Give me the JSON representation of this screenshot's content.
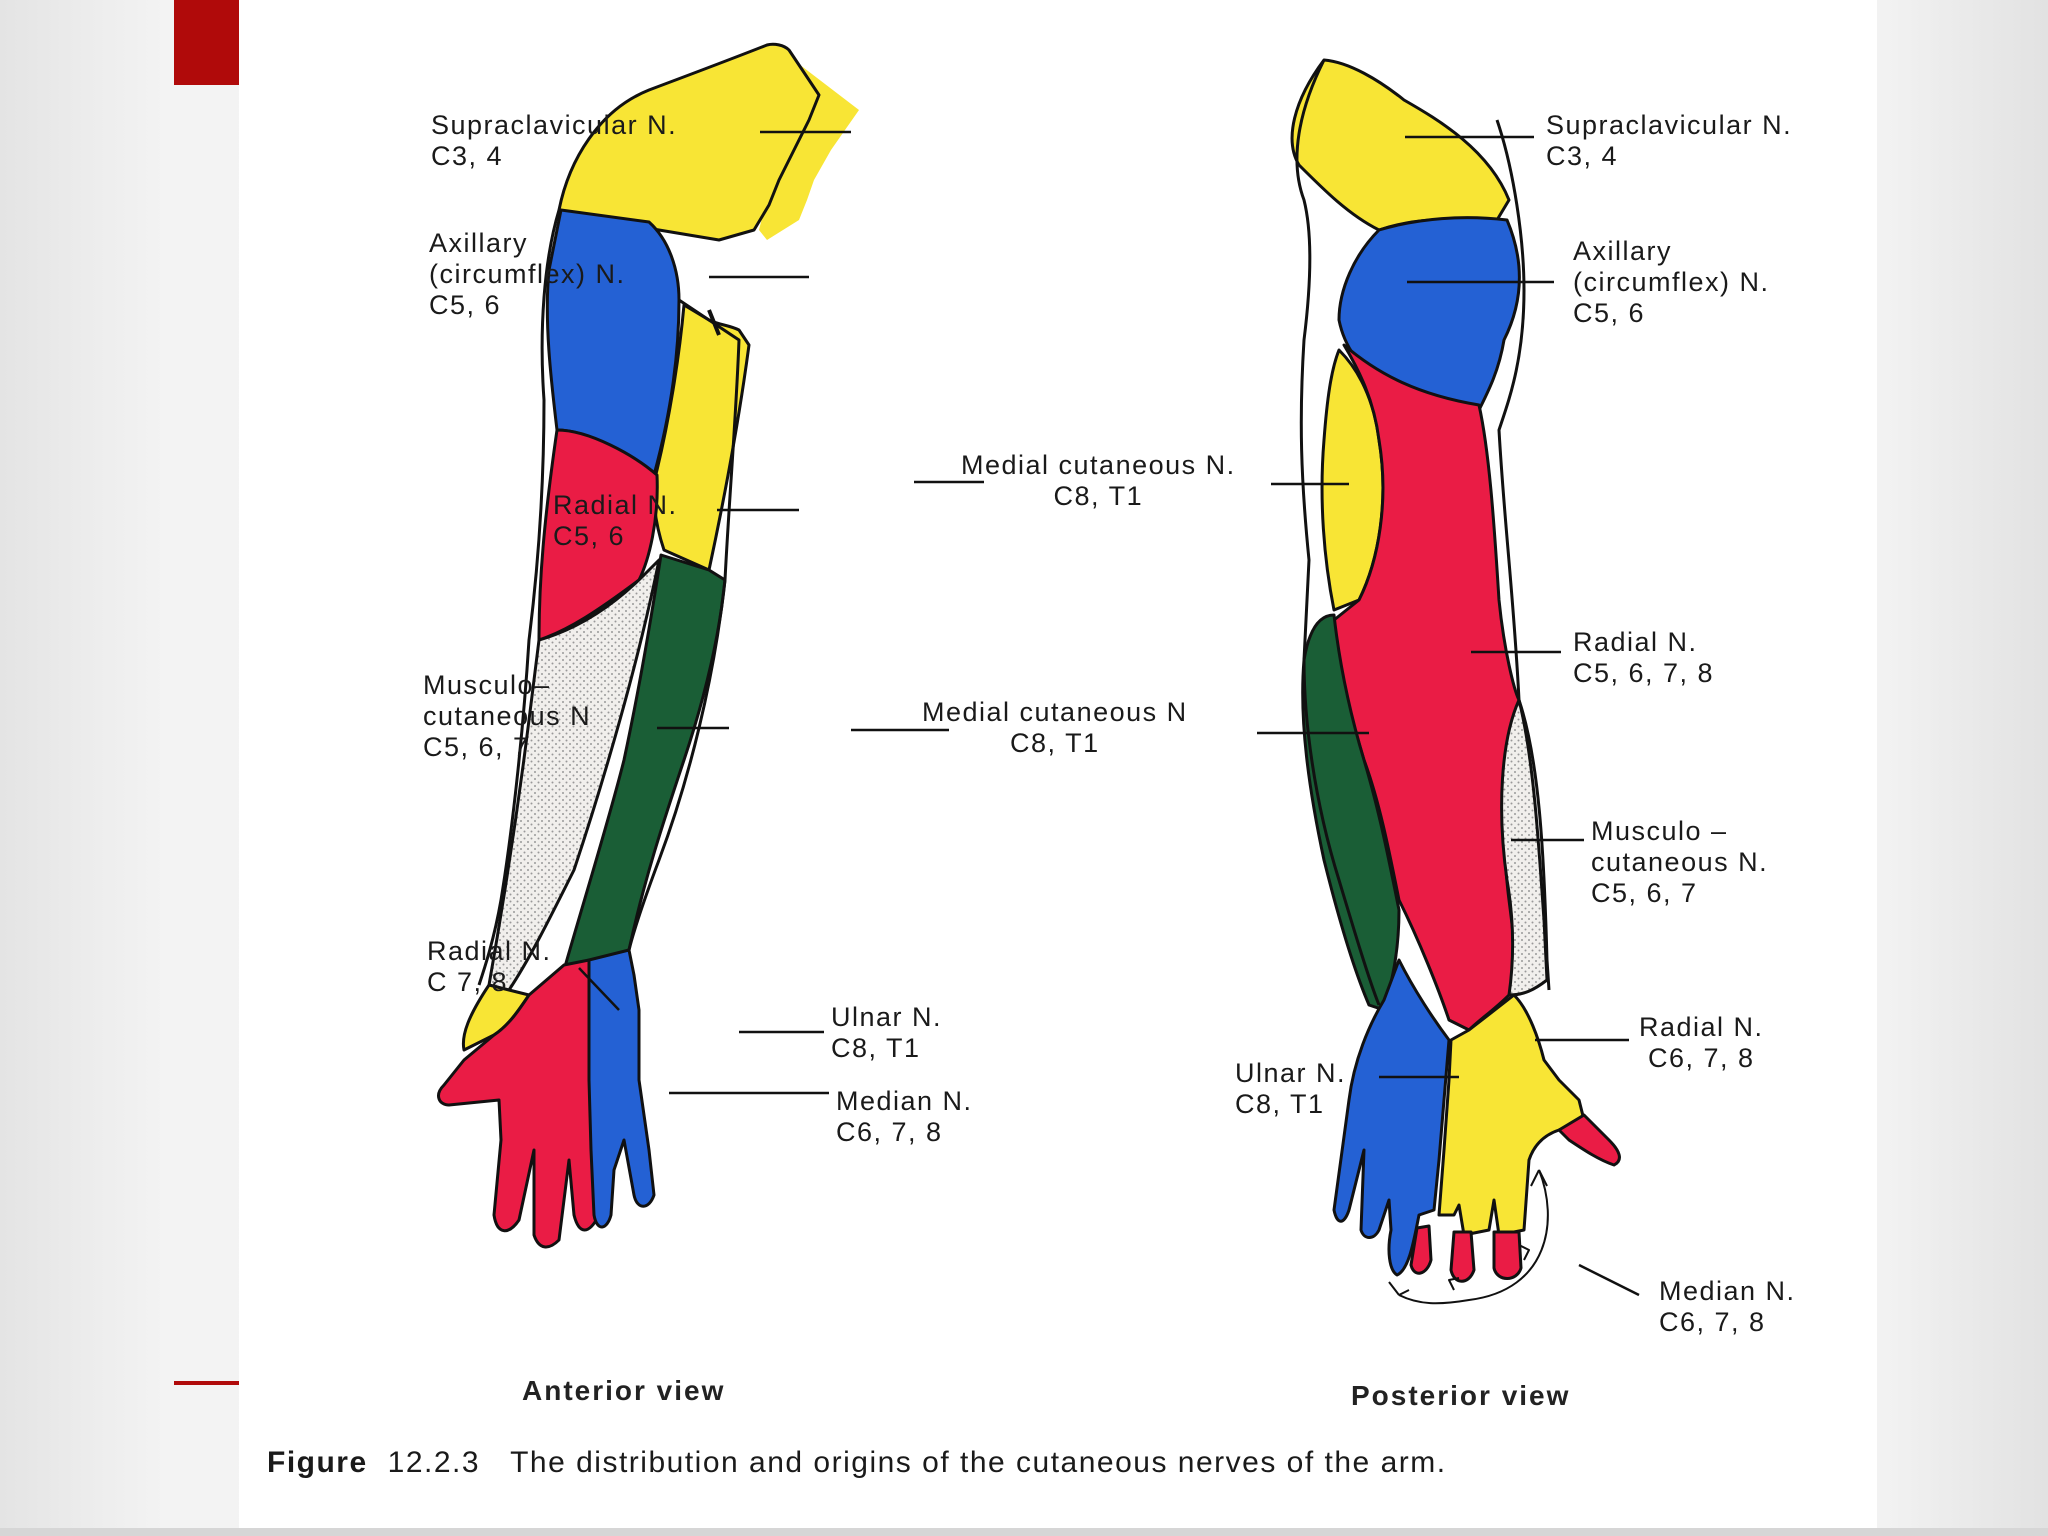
{
  "colors": {
    "accent": "#b00a0a",
    "yellow": "#f8e535",
    "blue": "#2461d4",
    "red": "#ea1c45",
    "green": "#1a5e36",
    "dotted": "#ece9e6",
    "outline": "#111111"
  },
  "anterior": {
    "supraclavicular": "Supraclavicular  N.\nC3, 4",
    "axillary": "Axillary\n(circumflex)  N.\nC5, 6",
    "radial_upper": "Radial  N.\nC5, 6",
    "musculocutaneous": "Musculo–\ncutaneous  N\nC5, 6, 7",
    "radial_wrist": "Radial  N.\nC 7, 8",
    "ulnar": "Ulnar  N.\nC8, T1",
    "median": "Median  N.\nC6, 7, 8",
    "view_title": "Anterior view"
  },
  "middle": {
    "medial_cutaneous_upper": "Medial cutaneous  N.\nC8, T1",
    "medial_cutaneous_lower": "Medial cutaneous  N\nC8, T1"
  },
  "posterior": {
    "supraclavicular": "Supraclavicular  N.\nC3, 4",
    "axillary": "Axillary\n(circumflex)  N.\nC5, 6",
    "radial_arm": "Radial  N.\nC5, 6, 7, 8",
    "musculocutaneous": "Musculo –\ncutaneous  N.\nC5, 6, 7",
    "radial_hand": "Radial  N.\nC6, 7, 8",
    "ulnar": "Ulnar  N.\nC8, T1",
    "median": "Median  N.\nC6, 7, 8",
    "view_title": "Posterior view"
  },
  "caption": {
    "figure_word": "Figure",
    "figure_number": "12.2.3",
    "text": "The distribution and origins of the cutaneous nerves of the arm."
  }
}
